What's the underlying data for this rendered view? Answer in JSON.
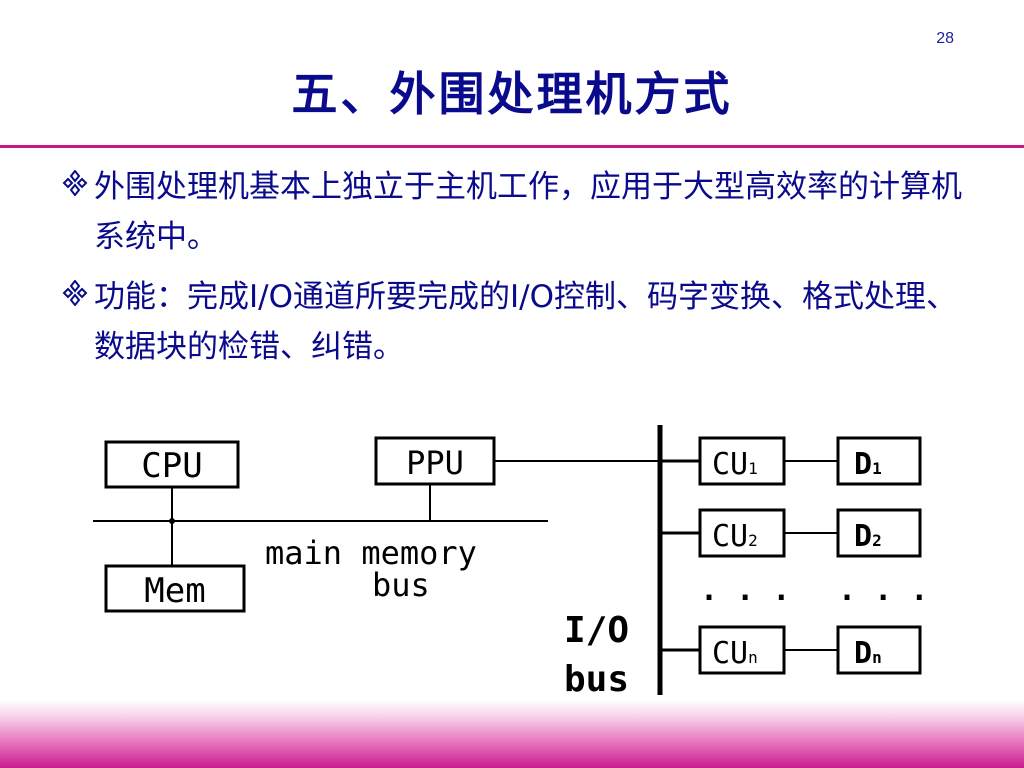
{
  "page_number": "28",
  "title": "五、外围处理机方式",
  "bullets": [
    {
      "icon": "diamond-cluster-icon",
      "text": "外围处理机基本上独立于主机工作，应用于大型高效率的计算机系统中。"
    },
    {
      "icon": "diamond-cluster-icon",
      "text": "功能：完成I/O通道所要完成的I/O控制、码字变换、格式处理、数据块的检错、纠错。"
    }
  ],
  "diagram": {
    "cpu": "CPU",
    "ppu": "PPU",
    "mem": "Mem",
    "main_bus_line1": "main memory",
    "main_bus_line2": "bus",
    "io_bus_line1": "I/O",
    "io_bus_line2": "bus",
    "cu_prefix": "CU",
    "d_prefix": "D",
    "subscripts": [
      "1",
      "2",
      "n"
    ],
    "ellipsis": ". . .",
    "colors": {
      "line": "#000000",
      "box_fill": "#ffffff"
    }
  }
}
